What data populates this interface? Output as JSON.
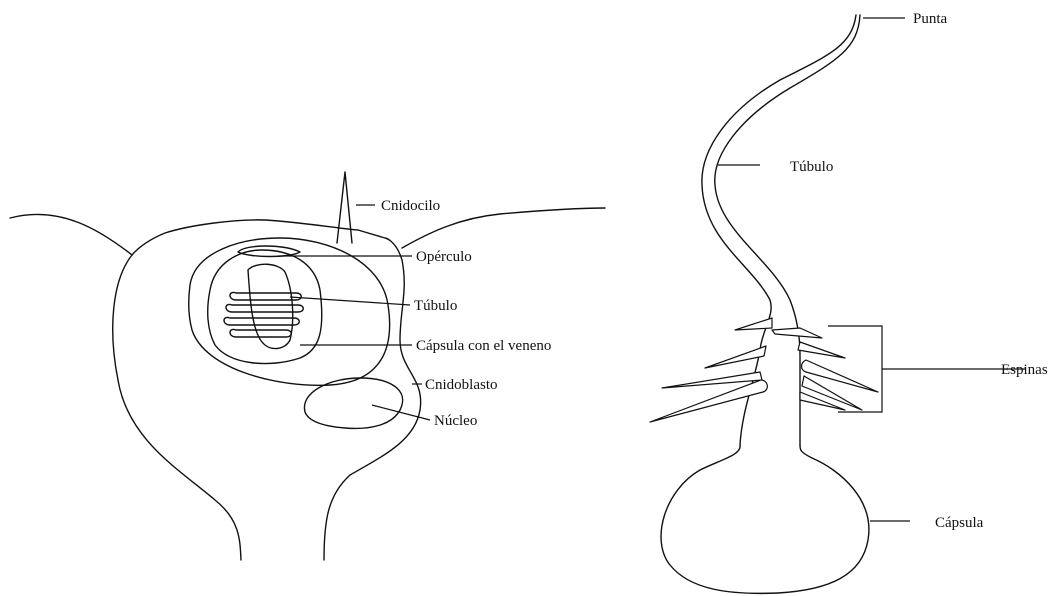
{
  "labels": {
    "cnidocilo": "Cnidocilo",
    "operculo": "Opérculo",
    "tubulo_left": "Túbulo",
    "capsula_veneno": "Cápsula con el veneno",
    "cnidoblasto": "Cnidoblasto",
    "nucleo": "Núcleo",
    "punta": "Punta",
    "tubulo_right": "Túbulo",
    "espinas": "Espinas",
    "capsula": "Cápsula"
  }
}
